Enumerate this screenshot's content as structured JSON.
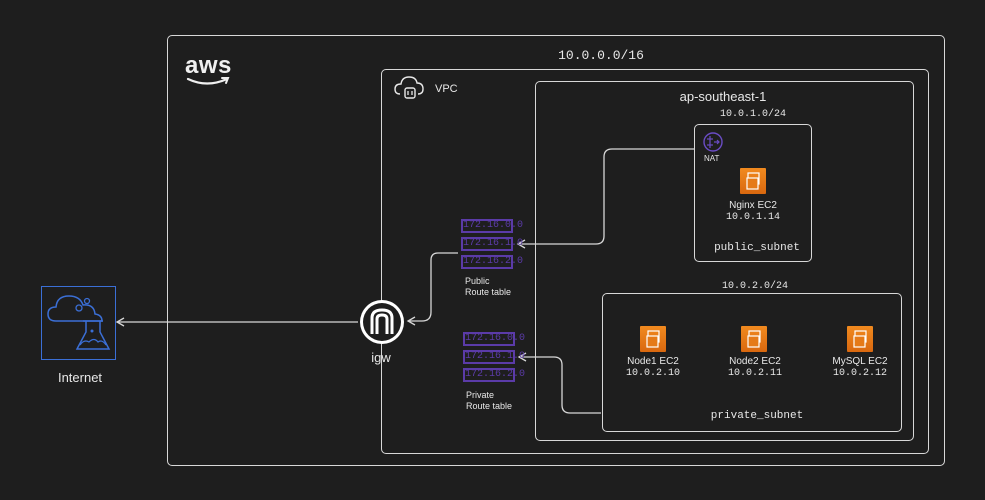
{
  "aws_logo_text": "aws",
  "vpc_cidr": "10.0.0.0/16",
  "vpc_label": "VPC",
  "region": "ap-southeast-1",
  "public_subnet": {
    "cidr": "10.0.1.0/24",
    "name": "public_subnet",
    "nat_label": "NAT",
    "instance": {
      "name": "Nginx EC2",
      "ip": "10.0.1.14"
    }
  },
  "private_subnet": {
    "cidr": "10.0.2.0/24",
    "name": "private_subnet",
    "instances": [
      {
        "name": "Node1 EC2",
        "ip": "10.0.2.10"
      },
      {
        "name": "Node2 EC2",
        "ip": "10.0.2.11"
      },
      {
        "name": "MySQL EC2",
        "ip": "10.0.2.12"
      }
    ]
  },
  "public_route_table": {
    "title_line1": "Public",
    "title_line2": "Route table",
    "rows": [
      "172.16.0.0",
      "172.16.1.0",
      "172.16.2.0"
    ]
  },
  "private_route_table": {
    "title_line1": "Private",
    "title_line2": "Route table",
    "rows": [
      "172.16.0.0",
      "172.16.1.0",
      "172.16.2.0"
    ]
  },
  "igw_label": "igw",
  "internet_label": "Internet",
  "colors": {
    "background": "#1e1e1e",
    "line": "#d8d8d8",
    "ec2_orange": "#f18a1f",
    "route_purple": "#5b3ba8",
    "internet_blue": "#3b6fd6"
  },
  "icons": {
    "aws": "aws-logo-icon",
    "vpc": "vpc-cloud-lock-icon",
    "nat": "nat-gateway-icon",
    "ec2": "ec2-instance-icon",
    "igw": "internet-gateway-icon",
    "internet": "internet-cloud-icon"
  }
}
